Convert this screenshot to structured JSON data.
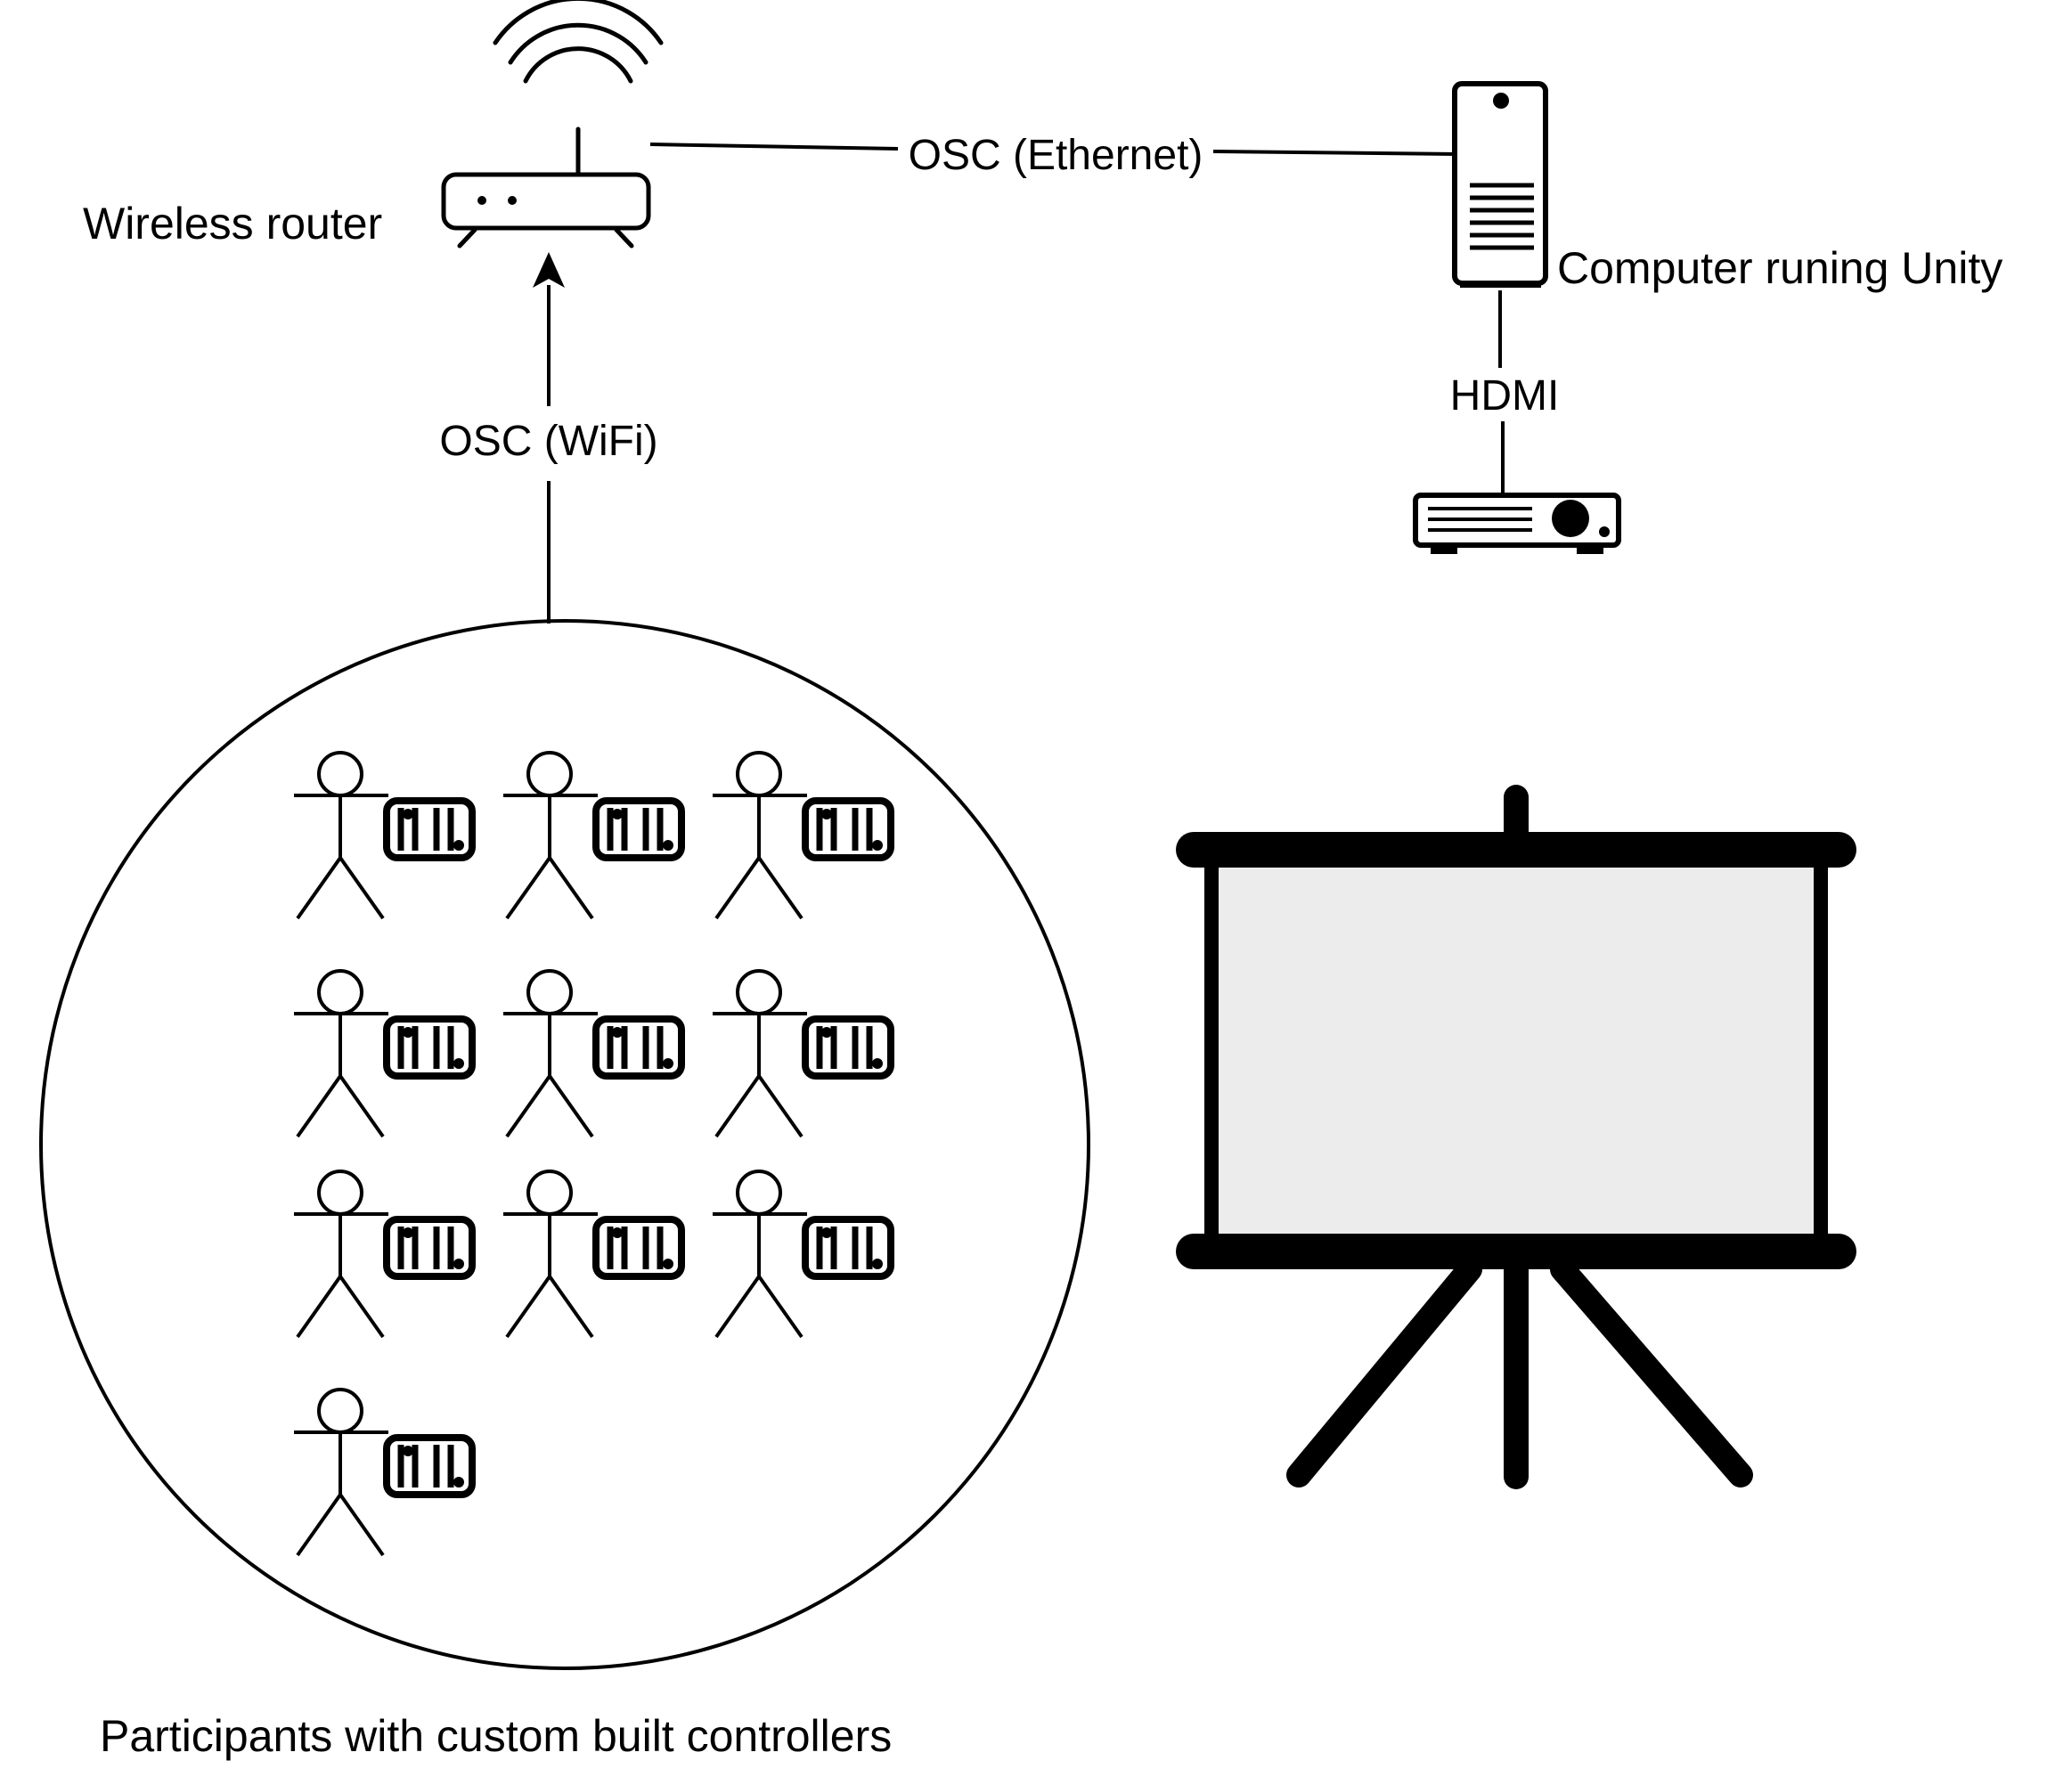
{
  "labels": {
    "router": "Wireless router",
    "ethernet": "OSC (Ethernet)",
    "computer": "Computer runing Unity",
    "hdmi": "HDMI",
    "wifi": "OSC (WiFi)",
    "participants": "Participants with custom built controllers"
  },
  "participants": {
    "count": 10
  },
  "colors": {
    "stroke": "#000000",
    "screen_fill": "#ececec",
    "background": "#ffffff"
  },
  "icons": [
    "router-icon",
    "computer-tower-icon",
    "projector-icon",
    "person-icon",
    "controller-icon",
    "projection-screen-icon"
  ]
}
